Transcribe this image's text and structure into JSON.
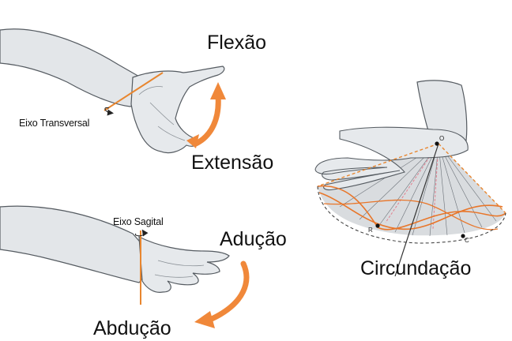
{
  "labels": {
    "flexao": "Flexão",
    "extensao": "Extensão",
    "eixo_transversal": "Eixo Transversal",
    "aducao": "Adução",
    "abducao": "Abdução",
    "eixo_sagital": "Eixo Sagital",
    "circundacao": "Circundação",
    "point_o": "O",
    "point_r": "R",
    "point_c": "C"
  },
  "colors": {
    "accent_orange": "#f0883a",
    "skin": "#e3e6e9",
    "skin_shadow": "#c9ced3",
    "outline": "#555b61",
    "cone_fill": "#d5d8dc",
    "pink_lines": "#e27f8e"
  },
  "icons": [
    "curved-arrow-icon",
    "rotation-arrow-icon",
    "axis-line-icon"
  ]
}
